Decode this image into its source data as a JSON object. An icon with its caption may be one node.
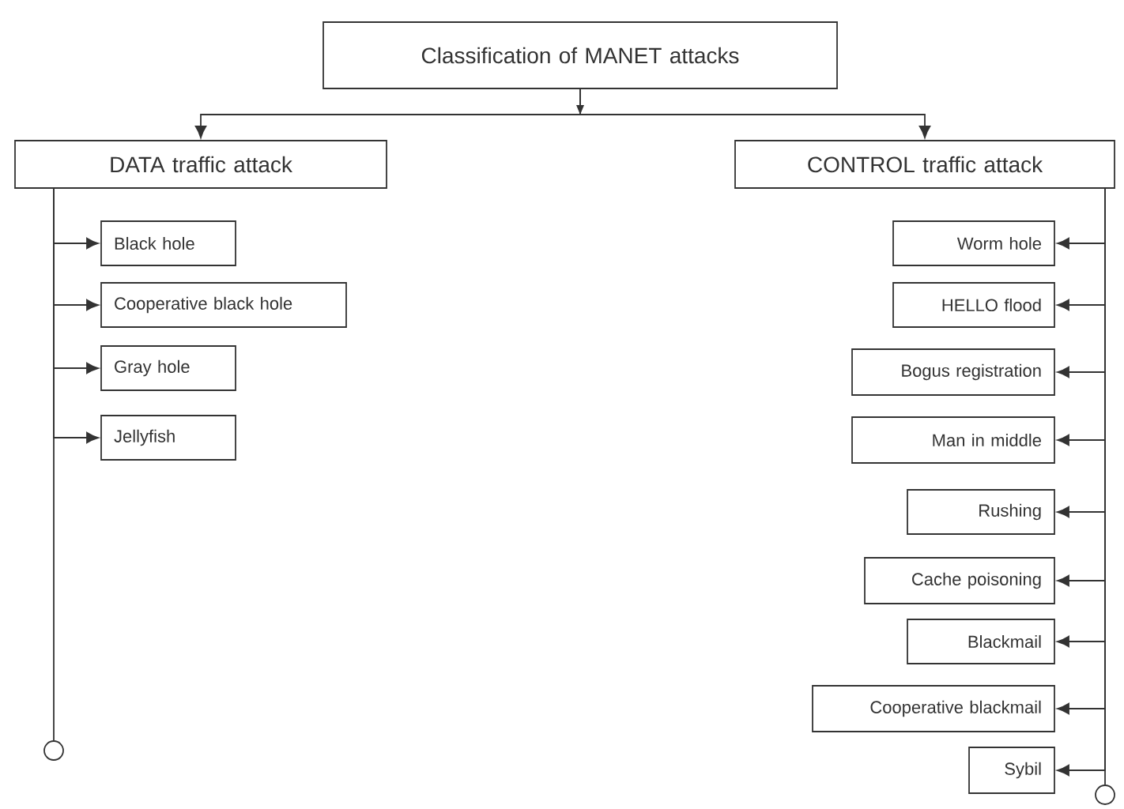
{
  "diagram": {
    "nodes": [
      {
        "text": [
          "Classification of MANET attacks"
        ]
      },
      {
        "text": [
          "DATA traffic attack"
        ]
      },
      {
        "text": [
          "CONTROL traffic attack"
        ]
      },
      {
        "text": [
          "Black hole"
        ]
      },
      {
        "text": [
          "Cooperative black hole"
        ]
      },
      {
        "text": [
          "Gray hole"
        ]
      },
      {
        "text": [
          "Jellyfish"
        ]
      },
      {
        "text": [
          "Worm hole"
        ]
      },
      {
        "text": [
          "HELLO flood"
        ]
      },
      {
        "text": [
          "Bogus registration"
        ]
      },
      {
        "text": [
          "Man in middle"
        ]
      },
      {
        "text": [
          "Rushing"
        ]
      },
      {
        "text": [
          "Cache poisoning"
        ]
      },
      {
        "text": [
          "Blackmail"
        ]
      },
      {
        "text": [
          "Cooperative blackmail"
        ]
      },
      {
        "text": [
          "Sybil"
        ]
      },
      {
        "text": [],
        "shape": "circle"
      },
      {
        "text": [],
        "shape": "circle"
      }
    ],
    "edges": [
      {
        "from": 0,
        "to": 1,
        "arrow": "to"
      },
      {
        "from": 0,
        "to": 2,
        "arrow": "to"
      },
      {
        "from": 1,
        "to": 3,
        "arrow": "to"
      },
      {
        "from": 1,
        "to": 4,
        "arrow": "to"
      },
      {
        "from": 1,
        "to": 5,
        "arrow": "to"
      },
      {
        "from": 1,
        "to": 6,
        "arrow": "to"
      },
      {
        "from": 1,
        "to": 16,
        "arrow": "none"
      },
      {
        "from": 2,
        "to": 7,
        "arrow": "to"
      },
      {
        "from": 2,
        "to": 8,
        "arrow": "to"
      },
      {
        "from": 2,
        "to": 9,
        "arrow": "to"
      },
      {
        "from": 2,
        "to": 10,
        "arrow": "to"
      },
      {
        "from": 2,
        "to": 11,
        "arrow": "to"
      },
      {
        "from": 2,
        "to": 12,
        "arrow": "to"
      },
      {
        "from": 2,
        "to": 13,
        "arrow": "to"
      },
      {
        "from": 2,
        "to": 14,
        "arrow": "to"
      },
      {
        "from": 2,
        "to": 15,
        "arrow": "to"
      },
      {
        "from": 2,
        "to": 17,
        "arrow": "none"
      }
    ]
  }
}
